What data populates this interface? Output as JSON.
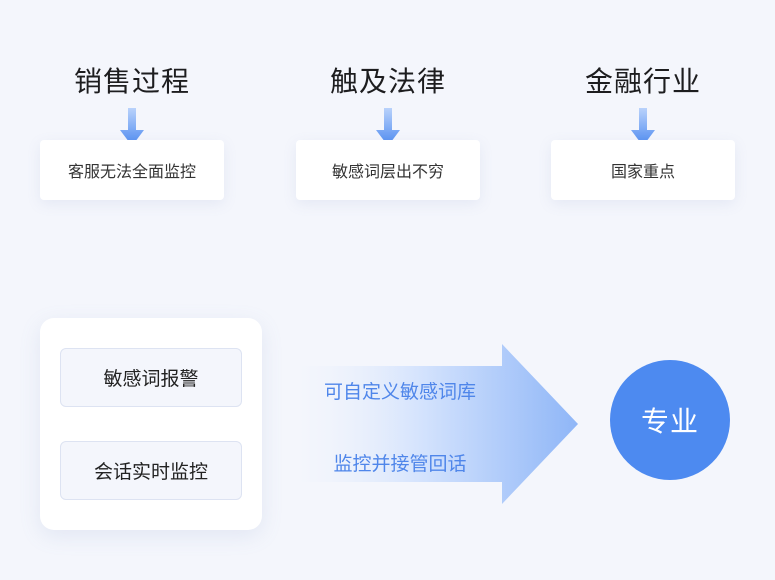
{
  "columns": [
    {
      "title": "销售过程",
      "box": "客服无法全面监控"
    },
    {
      "title": "触及法律",
      "box": "敏感词层出不穷"
    },
    {
      "title": "金融行业",
      "box": "国家重点"
    }
  ],
  "features": [
    "敏感词报警",
    "会话实时监控"
  ],
  "arrow_texts": [
    "可自定义敏感词库",
    "监控并接管回话"
  ],
  "result": "专业",
  "colors": {
    "accent": "#4d8af0",
    "accent_text": "#4f86ea",
    "background": "#f4f6fc"
  }
}
